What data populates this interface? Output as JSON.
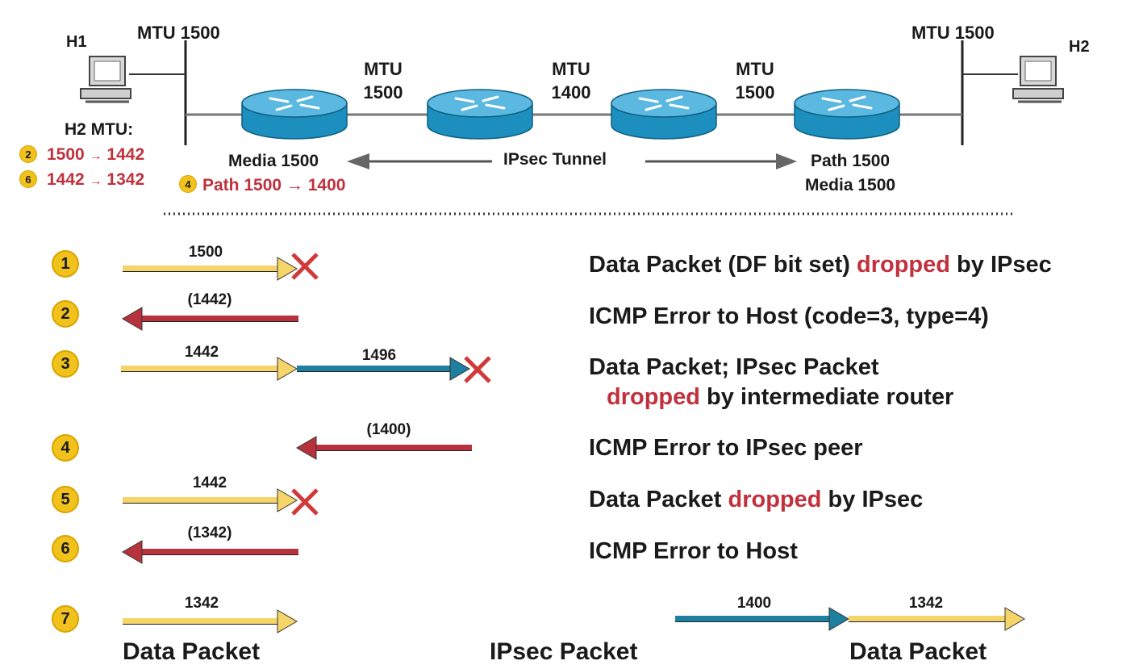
{
  "hosts": {
    "h1": "H1",
    "h2": "H2"
  },
  "mtu_labels": {
    "left_segment": "MTU 1500",
    "right_segment": "MTU 1500",
    "link1_line1": "MTU",
    "link1_line2": "1500",
    "link2_line1": "MTU",
    "link2_line2": "1400",
    "link3_line1": "MTU",
    "link3_line2": "1500"
  },
  "h2_mtu": {
    "title": "H2 MTU:",
    "rows": [
      {
        "badge": "2",
        "from": "1500",
        "arrow": "→",
        "to": "1442"
      },
      {
        "badge": "6",
        "from": "1442",
        "arrow": "→",
        "to": "1342"
      }
    ]
  },
  "tunnel": {
    "left_media": "Media 1500",
    "label": "IPsec Tunnel",
    "left_path_badge": "4",
    "left_path": "Path 1500 → 1400",
    "right_path": "Path 1500",
    "right_media": "Media 1500"
  },
  "steps": [
    {
      "num": "1",
      "segments": [
        "1500"
      ],
      "desc_parts": [
        "Data Packet (DF bit set) ",
        "dropped",
        " by IPsec"
      ]
    },
    {
      "num": "2",
      "segments": [
        "(1442)"
      ],
      "desc_parts": [
        "ICMP Error to Host (code=3, type=4)"
      ]
    },
    {
      "num": "3",
      "segments": [
        "1442",
        "1496"
      ],
      "desc_line1": "Data Packet; IPsec Packet",
      "desc_line2_parts": [
        "dropped",
        " by intermediate router"
      ]
    },
    {
      "num": "4",
      "segments": [
        "(1400)"
      ],
      "desc_parts": [
        "ICMP Error to IPsec peer"
      ]
    },
    {
      "num": "5",
      "segments": [
        "1442"
      ],
      "desc_parts": [
        "Data Packet ",
        "dropped",
        " by IPsec"
      ]
    },
    {
      "num": "6",
      "segments": [
        "(1342)"
      ],
      "desc_parts": [
        "ICMP Error to Host"
      ]
    },
    {
      "num": "7",
      "segments": [
        "1342",
        "1400",
        "1342"
      ]
    }
  ],
  "legend": {
    "data_packet_left": "Data Packet",
    "ipsec_packet": "IPsec Packet",
    "data_packet_right": "Data Packet"
  },
  "colors": {
    "data_arrow": "#f5d46a",
    "ipsec_arrow": "#1f7fa0",
    "icmp_arrow": "#b8323d",
    "drop_x": "#d23a3a",
    "badge": "#f0c21b",
    "router_top": "#5bb8e0",
    "router_side": "#1c8fbf",
    "red_text": "#c0313d"
  }
}
